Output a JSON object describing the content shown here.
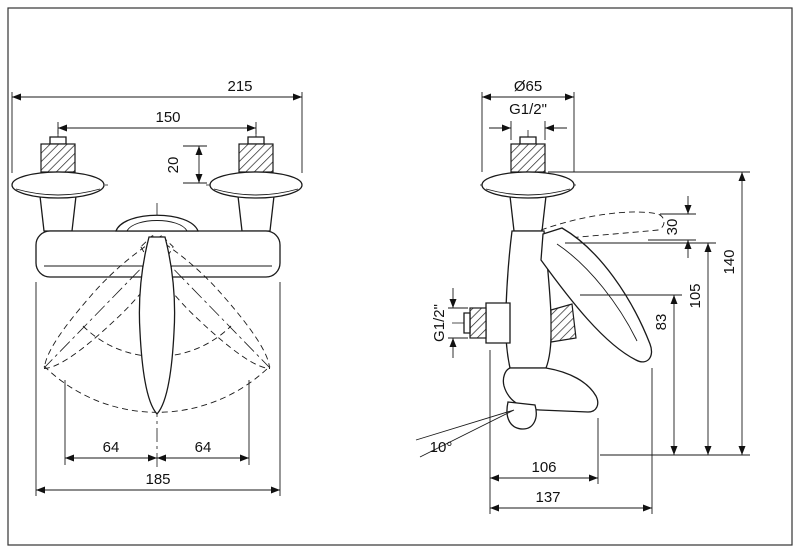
{
  "front": {
    "overall_width": "215",
    "inlet_spacing": "150",
    "eccentric_offset": "20",
    "swing_left": "64",
    "swing_right": "64",
    "body_width": "185"
  },
  "side": {
    "flange_diameter": "Ø65",
    "inlet_thread": "G1/2\"",
    "lever_rise": "30",
    "total_height": "140",
    "mid_height": "105",
    "outlet_height": "83",
    "outlet_thread": "G1/2\"",
    "spout_angle": "10°",
    "spout_depth": "106",
    "total_depth": "137"
  }
}
